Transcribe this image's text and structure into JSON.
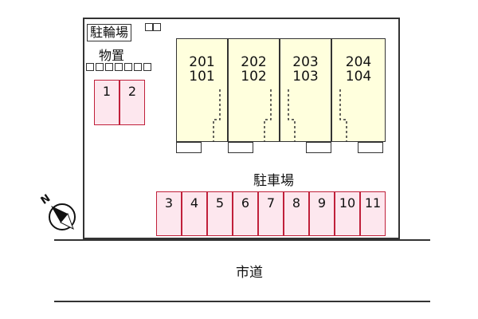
{
  "labels": {
    "bicycle_parking": "駐輪場",
    "storage": "物置",
    "car_parking": "駐車場",
    "road": "市道",
    "north": "N"
  },
  "storage_spaces": [
    "1",
    "2"
  ],
  "parking_spaces": [
    "3",
    "4",
    "5",
    "6",
    "7",
    "8",
    "9",
    "10",
    "11"
  ],
  "units": [
    {
      "upper": "201",
      "lower": "101"
    },
    {
      "upper": "202",
      "lower": "102"
    },
    {
      "upper": "203",
      "lower": "103"
    },
    {
      "upper": "204",
      "lower": "104"
    }
  ],
  "colors": {
    "parking_fill": "#fde7ee",
    "parking_border": "#c0203a",
    "unit_fill": "#ffffdd",
    "line": "#333333"
  }
}
